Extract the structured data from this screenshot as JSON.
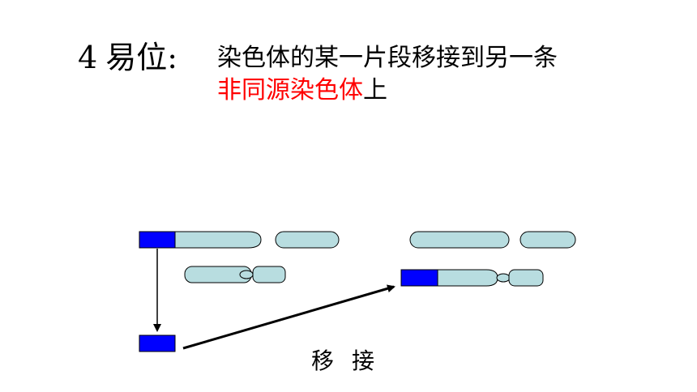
{
  "heading": {
    "number": "4",
    "text": "易位:"
  },
  "definition": {
    "line1": "染色体的某一片段移接到另一条",
    "line2_red": "非同源染色体",
    "line2_tail": "上"
  },
  "diagram": {
    "action_label": "移接"
  },
  "colors": {
    "segment": "#0000ff",
    "chromosome": "#b8dde0",
    "outline": "#000000",
    "highlight": "#ff0000"
  }
}
